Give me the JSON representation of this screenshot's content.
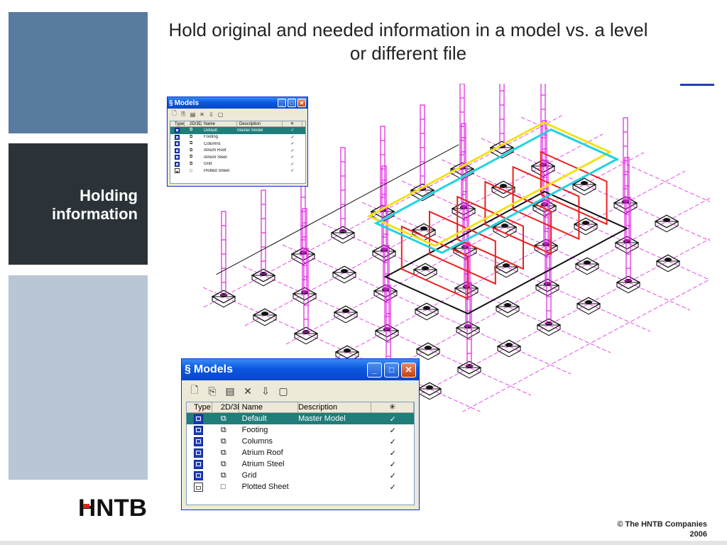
{
  "slide": {
    "title": "Hold original and needed information in a model vs. a level or different file",
    "section_label_line1": "Holding",
    "section_label_line2": "information",
    "copyright_line1": "© The HNTB Companies",
    "copyright_line2": "2006",
    "logo_text": "HNTB"
  },
  "colors": {
    "panel_blue": "#5a7ba0",
    "panel_dark": "#2b3338",
    "panel_light": "#b8c6d6",
    "selected_row": "#1f7d7a",
    "drawing_magenta": "#e020e0",
    "drawing_red": "#ee2020",
    "drawing_cyan": "#22d3e0",
    "drawing_yellow": "#f2e21a"
  },
  "models_window": {
    "title": "Models",
    "icon": "models-icon",
    "toolbar_icons": [
      "new-model-icon",
      "copy-model-icon",
      "model-properties-icon",
      "delete-icon",
      "import-icon",
      "blank-icon"
    ],
    "columns": [
      "Type",
      "2D/3D",
      "Name",
      "Description",
      "✳"
    ],
    "rows": [
      {
        "type": "design-model-icon",
        "dim": "3d-icon",
        "name": "Default",
        "description": "Master Model",
        "check": "✓",
        "selected": true
      },
      {
        "type": "design-model-icon",
        "dim": "3d-icon",
        "name": "Footing",
        "description": "",
        "check": "✓"
      },
      {
        "type": "design-model-icon",
        "dim": "3d-icon",
        "name": "Columns",
        "description": "",
        "check": "✓"
      },
      {
        "type": "design-model-icon",
        "dim": "3d-icon",
        "name": "Atrium Roof",
        "description": "",
        "check": "✓"
      },
      {
        "type": "design-model-icon",
        "dim": "3d-icon",
        "name": "Atrium Steel",
        "description": "",
        "check": "✓"
      },
      {
        "type": "design-model-icon",
        "dim": "3d-icon",
        "name": "Grid",
        "description": "",
        "check": "✓"
      },
      {
        "type": "sheet-model-icon",
        "dim": "2d-icon",
        "name": "Plotted Sheet",
        "description": "",
        "check": "✓"
      }
    ]
  }
}
